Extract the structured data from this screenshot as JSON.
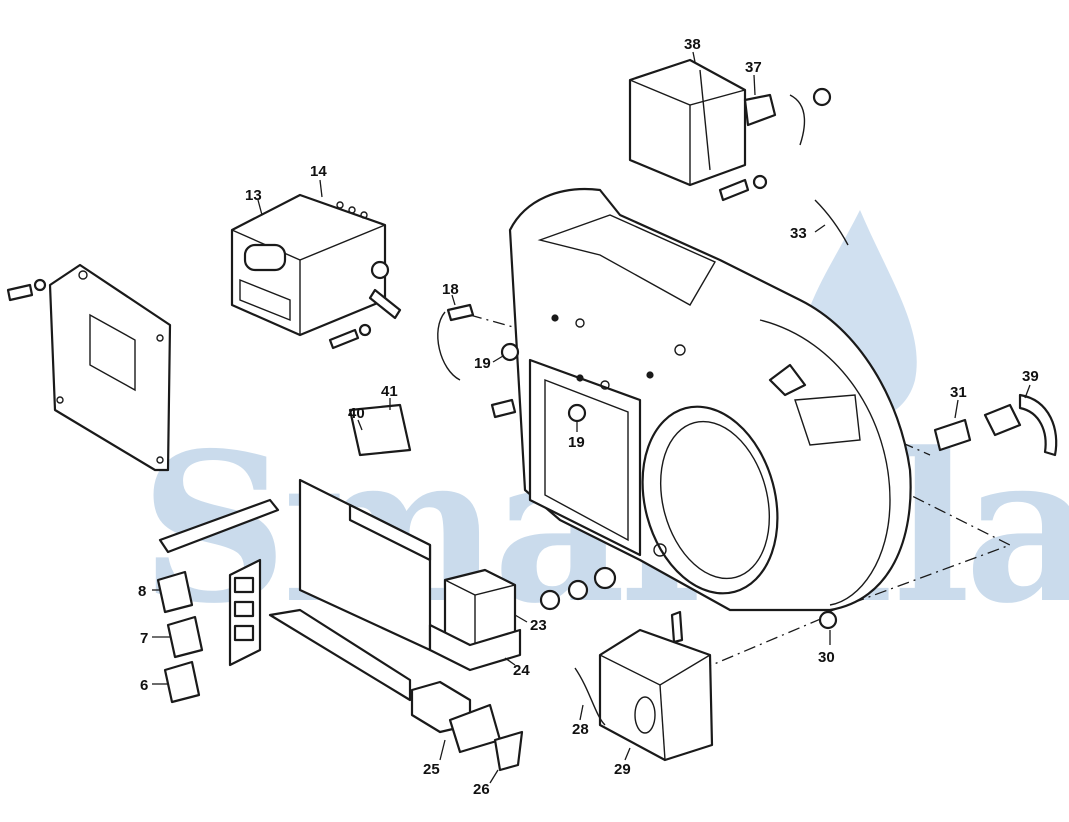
{
  "watermark": {
    "text": "Smartflam",
    "color": "#9fbfdd"
  },
  "callouts": [
    {
      "id": "c6",
      "label": "6"
    },
    {
      "id": "c7",
      "label": "7"
    },
    {
      "id": "c8",
      "label": "8"
    },
    {
      "id": "c13",
      "label": "13"
    },
    {
      "id": "c14",
      "label": "14"
    },
    {
      "id": "c18",
      "label": "18"
    },
    {
      "id": "c19a",
      "label": "19"
    },
    {
      "id": "c19b",
      "label": "19"
    },
    {
      "id": "c23",
      "label": "23"
    },
    {
      "id": "c24",
      "label": "24"
    },
    {
      "id": "c25",
      "label": "25"
    },
    {
      "id": "c26",
      "label": "26"
    },
    {
      "id": "c28",
      "label": "28"
    },
    {
      "id": "c29",
      "label": "29"
    },
    {
      "id": "c30",
      "label": "30"
    },
    {
      "id": "c31",
      "label": "31"
    },
    {
      "id": "c33",
      "label": "33"
    },
    {
      "id": "c37",
      "label": "37"
    },
    {
      "id": "c38",
      "label": "38"
    },
    {
      "id": "c39",
      "label": "39"
    },
    {
      "id": "c40",
      "label": "40"
    },
    {
      "id": "c41",
      "label": "41"
    }
  ]
}
